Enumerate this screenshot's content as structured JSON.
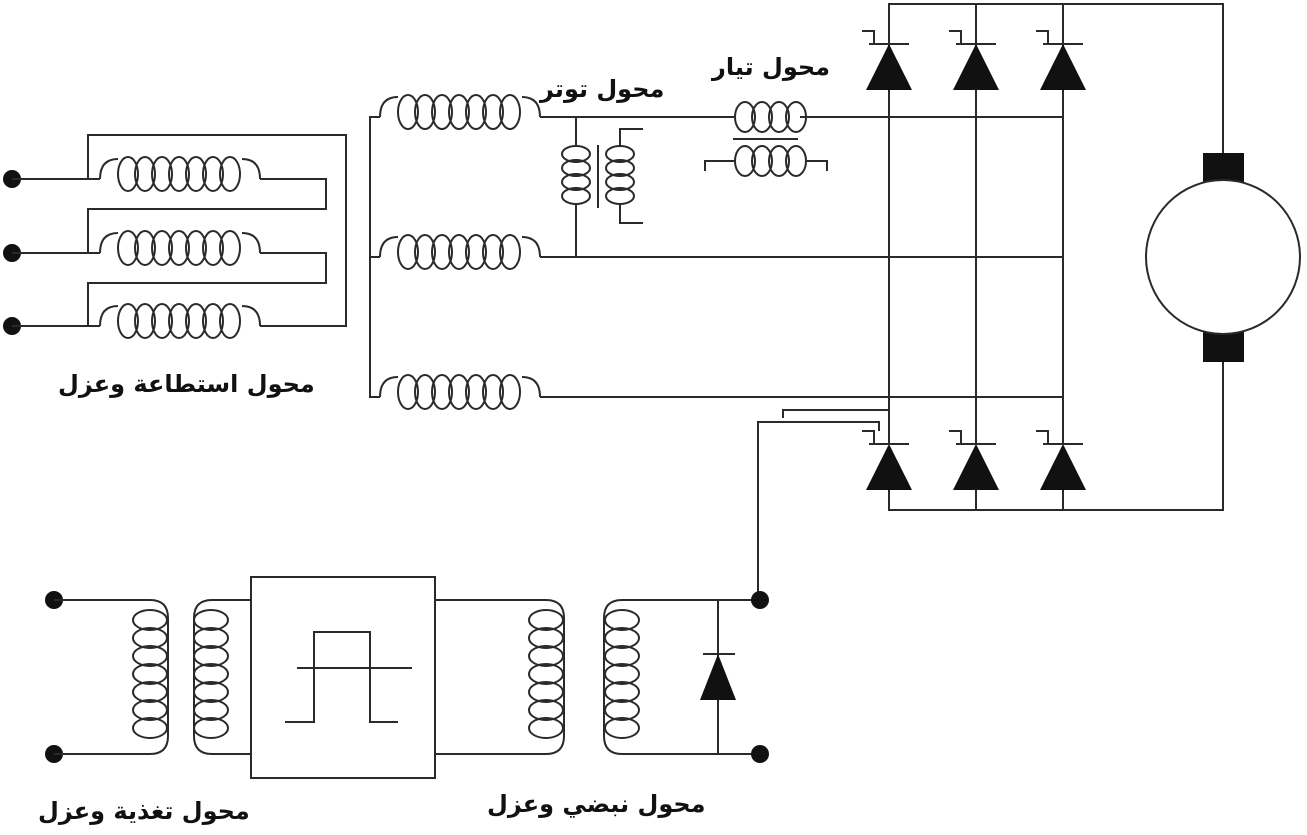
{
  "diagram": {
    "title": "Six-pulse thyristor bridge DC motor drive with isolation transformers",
    "labels": {
      "power_isolation_transformer": "محول استطاعة وعزل",
      "voltage_transformer": "محول توتر",
      "current_transformer": "محول تيار",
      "supply_isolation_transformer": "محول تغذية وعزل",
      "pulse_isolation_transformer": "محول نبضي وعزل"
    },
    "components": {
      "input_terminals": 3,
      "upper_thyristors": 3,
      "lower_thyristors": 3,
      "motor": "DC motor",
      "pulse_generator": "square pulse block",
      "freewheel_diode": 1,
      "supply_terminals": 2,
      "gate_terminals": 2
    },
    "colors": {
      "line": "#2a2a2a",
      "fill": "#111111",
      "background": "#ffffff"
    }
  }
}
